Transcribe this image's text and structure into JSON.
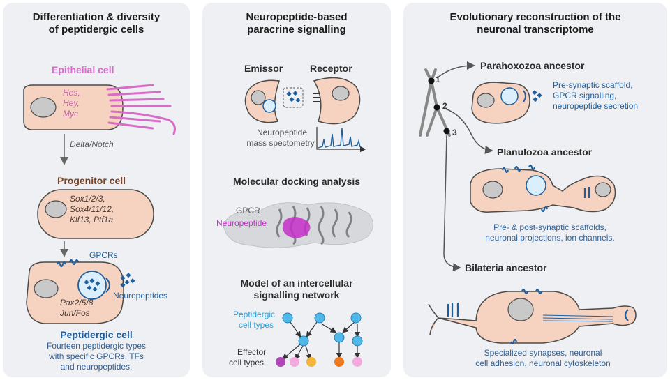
{
  "left": {
    "title_line1": "Differentiation & diversity",
    "title_line2": "of peptidergic cells",
    "epithelial_label": "Epithelial cell",
    "epithelial_genes": [
      "Hes,",
      "Hey,",
      "Myc"
    ],
    "transition_label": "Delta/Notch",
    "progenitor_label": "Progenitor cell",
    "progenitor_genes": [
      "Sox1/2/3,",
      "Sox4/11/12,",
      "Klf13, Ptf1a"
    ],
    "gpcrs_label": "GPCRs",
    "neuropeptides_label": "Neuropeptides",
    "peptidergic_genes": [
      "Pax2/5/8,",
      "Jun/Fos"
    ],
    "peptidergic_label": "Peptidergic cell",
    "peptidergic_desc": [
      "Fourteen peptidergic types",
      "with specific GPCRs, TFs",
      "and neuropeptides."
    ]
  },
  "middle": {
    "title_line1": "Neuropeptide-based",
    "title_line2": "paracrine signalling",
    "emissor_label": "Emissor",
    "receptor_label": "Receptor",
    "mass_spec_line1": "Neuropeptide",
    "mass_spec_line2": "mass spectometry",
    "docking_title": "Molecular docking analysis",
    "gpcr_label": "GPCR",
    "neuropeptide_label": "Neuropeptide",
    "network_title_line1": "Model of an intercellular",
    "network_title_line2": "signalling network",
    "peptidergic_types_line1": "Peptidergic",
    "peptidergic_types_line2": "cell types",
    "effector_types_line1": "Effector",
    "effector_types_line2": "cell types"
  },
  "right": {
    "title_line1": "Evolutionary reconstruction of the",
    "title_line2": "neuronal transcriptome",
    "node1": "1",
    "node2": "2",
    "node3": "3",
    "parahoxozoa_label": "Parahoxozoa ancestor",
    "parahoxozoa_desc": [
      "Pre-synaptic scaffold,",
      "GPCR signalling,",
      "neuropeptide secretion"
    ],
    "planulozoa_label": "Planulozoa ancestor",
    "planulozoa_desc": [
      "Pre- & post-synaptic scaffolds,",
      "neuronal projections, ion channels."
    ],
    "bilateria_label": "Bilateria ancestor",
    "bilateria_desc": [
      "Specialized synapses, neuronal",
      "cell adhesion, neuronal cytoskeleton"
    ]
  },
  "colors": {
    "panel_bg": "#eef0f3",
    "cell_fill": "#f6d2c0",
    "cell_stroke": "#4a4a4a",
    "nucleus": "#c9c9c9",
    "pink": "#d86cc9",
    "brown": "#7a4327",
    "blue": "#1f5e9c",
    "cyan": "#4fb8e8",
    "purple": "#c42fc8"
  }
}
